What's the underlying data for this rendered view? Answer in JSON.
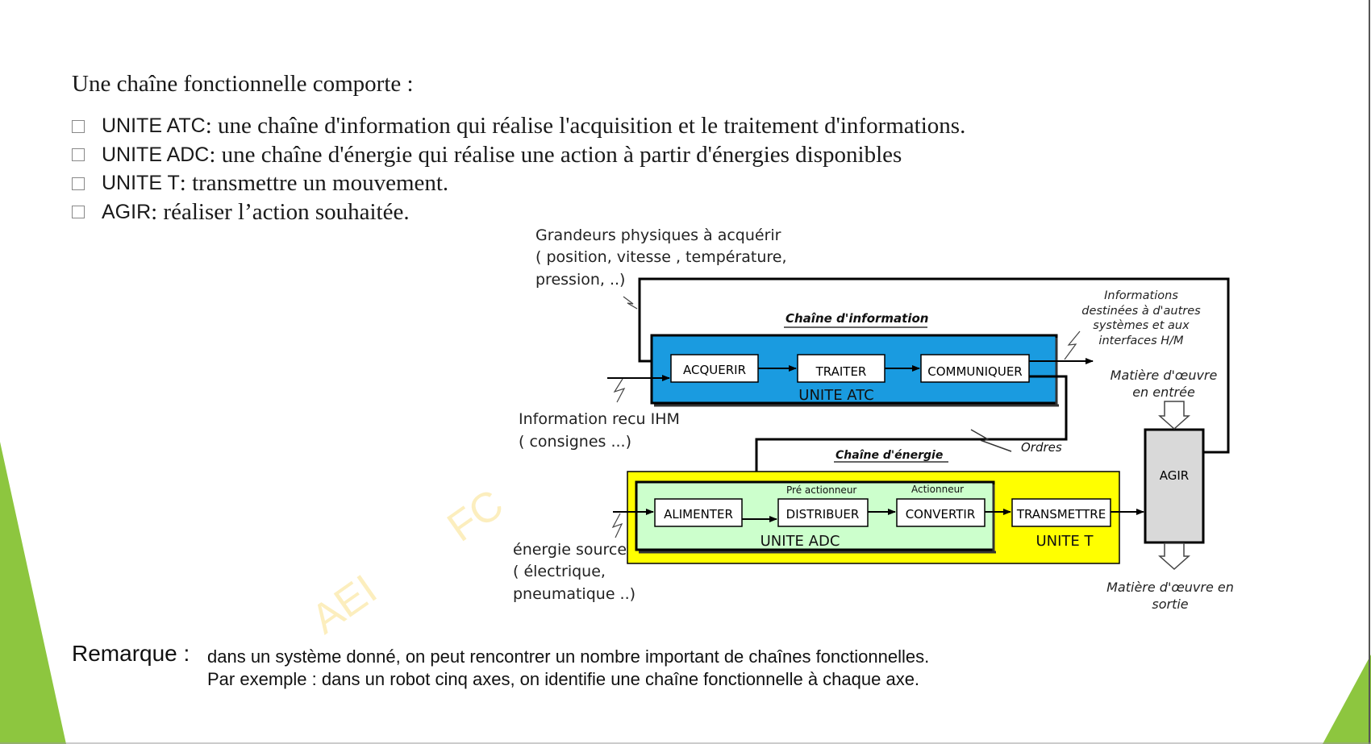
{
  "intro": "Une chaîne fonctionnelle comporte :",
  "bullets": [
    {
      "term": "UNITE ATC",
      "desc": " : une chaîne d'information qui réalise l'acquisition et le traitement d'informations."
    },
    {
      "term": "UNITE ADC",
      "desc": " : une chaîne d'énergie qui réalise une action à partir d'énergies disponibles"
    },
    {
      "term": "UNITE T",
      "desc": " : transmettre un mouvement."
    },
    {
      "term": "AGIR",
      "desc": " : réaliser l’action souhaitée."
    }
  ],
  "diagram": {
    "grandeurs": [
      "Grandeurs physiques à acquérir",
      "( position, vitesse , température,",
      "pression, ..)"
    ],
    "chaine_info_title": "Chaîne d'information",
    "acquerir": "ACQUERIR",
    "traiter": "TRAITER",
    "communiquer": "COMMUNIQUER",
    "unite_atc": "UNITE ATC",
    "informations": [
      "Informations",
      "destinées à d'autres",
      "systèmes et aux",
      "interfaces H/M"
    ],
    "matiere_entree": [
      "Matière d'œuvre",
      "en entrée"
    ],
    "info_ihm": [
      "Information recu IHM",
      "( consignes ...)"
    ],
    "ordres": "Ordres",
    "chaine_energie_title": "Chaîne d'énergie",
    "pre_actionneur": "Pré actionneur",
    "actionneur": "Actionneur",
    "alimenter": "ALIMENTER",
    "distribuer": "DISTRIBUER",
    "convertir": "CONVERTIR",
    "transmettre": "TRANSMETTRE",
    "unite_adc": "UNITE ADC",
    "unite_t": "UNITE T",
    "agir": "AGIR",
    "energie": [
      "énergie source",
      "( électrique,",
      "pneumatique ..)"
    ],
    "matiere_sortie": [
      "Matière d'œuvre en",
      "sortie"
    ]
  },
  "remark": {
    "label": "Remarque :",
    "lines": [
      "dans un système donné, on peut rencontrer un nombre important de chaînes fonctionnelles.",
      "Par exemple : dans un robot cinq axes, on identifie une chaîne fonctionnelle à chaque axe."
    ]
  },
  "watermark": [
    "AEI",
    "FC"
  ],
  "colors": {
    "green": "#8dc63f",
    "blue": "#1a9be0",
    "yellow": "#ffff00",
    "light_green": "#ccffcc"
  }
}
